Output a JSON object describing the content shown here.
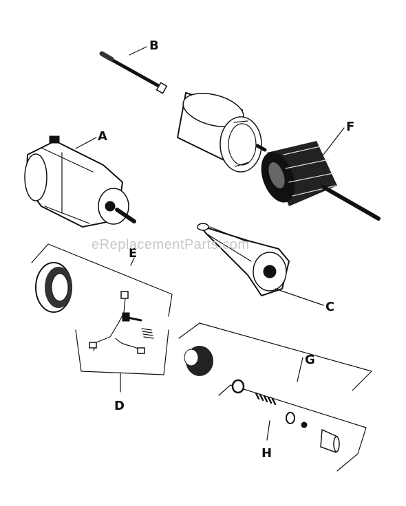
{
  "diagram": {
    "watermark": "eReplacementParts.com",
    "callouts": {
      "A": "A",
      "B": "B",
      "C": "C",
      "D": "D",
      "E": "E",
      "F": "F",
      "G": "G",
      "H": "H"
    }
  }
}
